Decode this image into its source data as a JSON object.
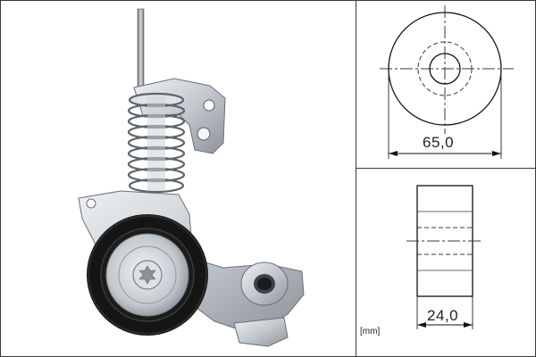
{
  "diagram": {
    "front_view": {
      "dimension_label": "65,0"
    },
    "side_view": {
      "dimension_label": "24,0"
    },
    "unit_label": "[mm]"
  },
  "product": {
    "name": "belt-tensioner-pulley"
  },
  "colors": {
    "line": "#3a3a3a",
    "dark_line": "#111111",
    "pulley_black": "#151515",
    "metal": "#c8ccd0",
    "metal_dark": "#8a8f95"
  }
}
